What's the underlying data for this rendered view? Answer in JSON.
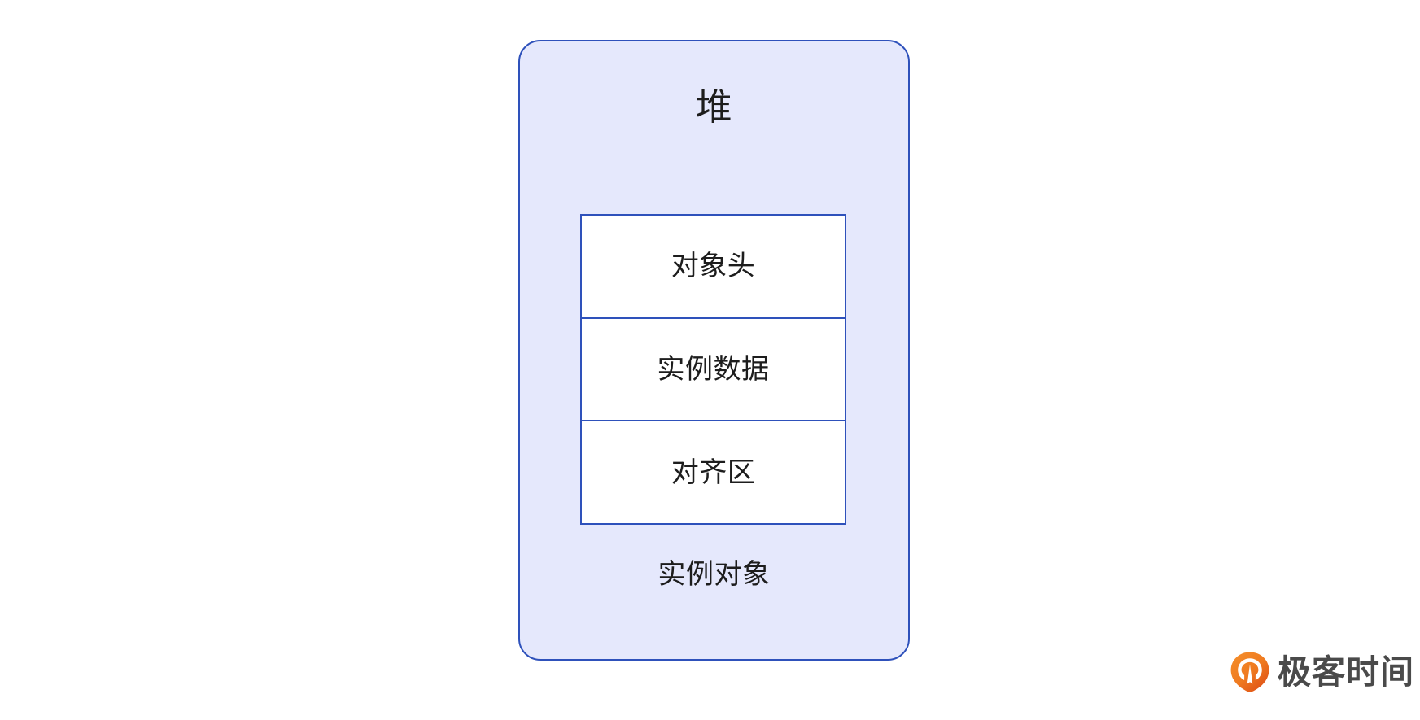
{
  "diagram": {
    "title": "堆",
    "caption": "实例对象",
    "rows": [
      {
        "label": "对象头"
      },
      {
        "label": "实例数据"
      },
      {
        "label": "对齐区"
      }
    ],
    "colors": {
      "heap_fill": "#e5e8fc",
      "heap_border": "#2e51bb",
      "row_fill": "#ffffff",
      "row_border": "#2e51bb",
      "text": "#1d1d1d",
      "page_background": "#ffffff"
    }
  },
  "branding": {
    "name": "极客时间",
    "mark_icon": "geektime-pin-icon",
    "mark_colors": {
      "gradient_start": "#f07d1e",
      "gradient_end": "#e04f18",
      "glyph": "#ffffff"
    },
    "text_color": "#4a4a4a"
  }
}
